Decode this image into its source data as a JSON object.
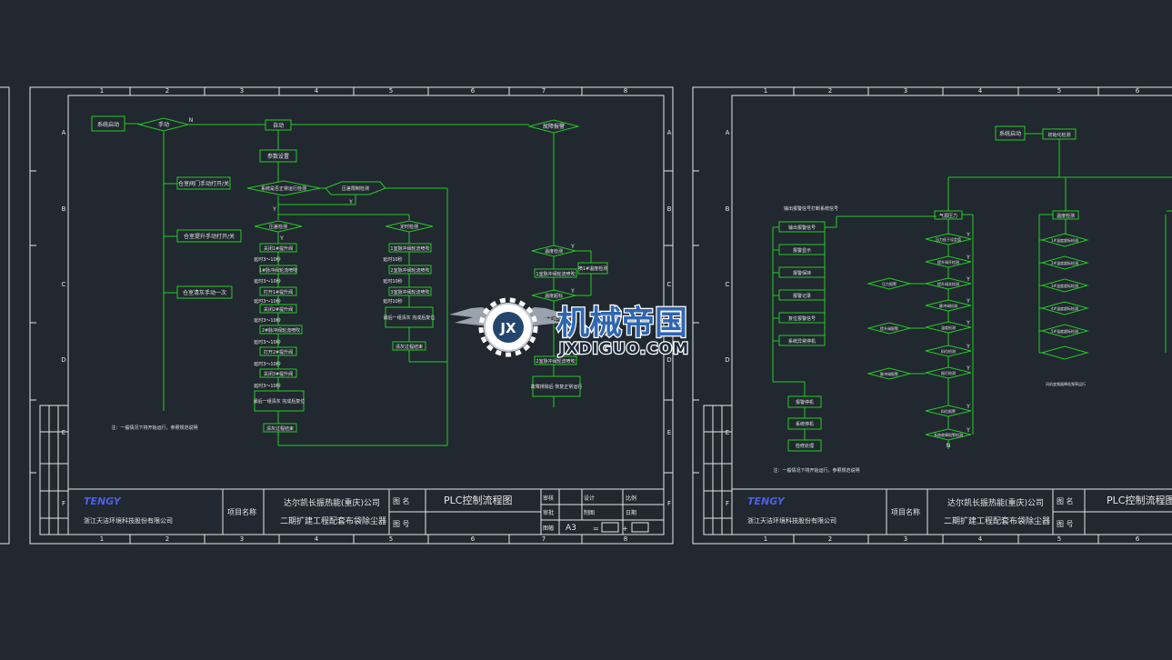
{
  "colors": {
    "background": "#212830",
    "frame": "#e6e6e6",
    "flow": "#22cc22",
    "brand": "#4f5fe6",
    "watermark_brand": "#2f66b3"
  },
  "zone_numbers": [
    "1",
    "2",
    "3",
    "4",
    "5",
    "6",
    "7",
    "8"
  ],
  "zone_letters": [
    "A",
    "B",
    "C",
    "D",
    "E",
    "F"
  ],
  "sheet_left": {
    "logo": "TENGY",
    "company": "浙江天洁环境科技股份有限公司",
    "project_label": "项目名称",
    "project_line1": "达尔凯长振热能(重庆)公司",
    "project_line2": "二期扩建工程配套布袋除尘器",
    "drawing_name_label": "图 名",
    "drawing_number_label": "图 号",
    "drawing_title": "PLC控制流程图",
    "review": "审核",
    "check": "审批",
    "design": "设计",
    "drawn": "制图",
    "scale": "比例",
    "date": "日期",
    "paper": "图幅",
    "paper_size": "A3",
    "note": "注：一般情况下将开始运行，参照规范说明",
    "flow": {
      "start": "系统启动",
      "manual": "手动",
      "n_label": "N",
      "auto": "自动",
      "param_set": "参数设置",
      "check_cond": "系统是否正常运行检测",
      "alarm_check": "压差限制检测",
      "y_label": "Y",
      "manual_1": "仓室阀门手动打开/关",
      "manual_2": "仓室提升手动打开/关",
      "manual_3": "仓室清灰手动一次",
      "left_branch": "压差检测",
      "right_branch": "定时检测",
      "left_steps": [
        "关闭1#提升阀",
        "1#脉冲阀轮流喷吹",
        "打开1#提升阀",
        "关闭2#提升阀",
        "2#脉冲阀轮流喷吹",
        "打开2#提升阀",
        "关闭3#提升阀"
      ],
      "delay": "延时3～10秒",
      "left_end": "最后一组清灰 完成后复位",
      "right_steps": [
        "1室脉冲阀轮流喷吹",
        "2室脉冲阀轮流喷吹",
        "3室脉冲阀轮流喷吹"
      ],
      "right_delay": "延时10秒",
      "right_end": "最后一组清灰 完成后复位",
      "loop_left": "清灰过程结束",
      "loop_right": "清灰过程结束",
      "far_top": "故障报警",
      "far_d1": "温度检测",
      "far_b1": "喷1#温度检测",
      "far_d2": "温度超标",
      "far_b2": "1室脉冲阀轮流喷吹",
      "far_b3": "2室脉冲阀轮流喷吹",
      "far_b4": "故障排除后 恢复正常运行"
    }
  },
  "sheet_right": {
    "logo": "TENGY",
    "company": "浙江天洁环境科技股份有限公司",
    "project_label": "项目名称",
    "project_line1": "达尔凯长振热能(重庆)公司",
    "project_line2": "二期扩建工程配套布袋除尘器",
    "drawing_name_label": "图 名",
    "drawing_number_label": "图 号",
    "drawing_title": "PLC控制流程图",
    "note": "注：一般情况下将开始运行，参照规范说明",
    "flow": {
      "start": "系统启动",
      "init": "初始化检测",
      "group_left": "输出报警信号打断系统信号",
      "items_left": [
        "输出报警信号",
        "报警显示",
        "报警保持",
        "报警记录",
        "复位报警信号",
        "系统异常停机"
      ],
      "col2_head": "气源压力",
      "col2_items": [
        "压力低于设定值",
        "提升阀开检测",
        "提升阀关检测",
        "脉冲阀检测",
        "温度检测",
        "料位检测",
        "振打检测"
      ],
      "side_d1": "压力报警",
      "side_d2": "提升阀报警",
      "side_d3": "脉冲阀报警",
      "col3_head": "温度检测",
      "col3_items": [
        "1#温度超标检测",
        "2#温度超标检测",
        "3#温度超标检测",
        "4#温度超标检测",
        "5#温度超标检测"
      ],
      "col3_note": "风机变频器降低频率运行",
      "col2_end1": "料位报警",
      "col2_end2": "系统故障报警检测",
      "n_label": "N",
      "y_label": "Y",
      "bottom_boxes": [
        "报警停机",
        "系统停机",
        "检修处理"
      ]
    }
  },
  "watermark": {
    "name": "机械帝国",
    "domain": "JXDIGUO.COM",
    "badge": "JX"
  }
}
